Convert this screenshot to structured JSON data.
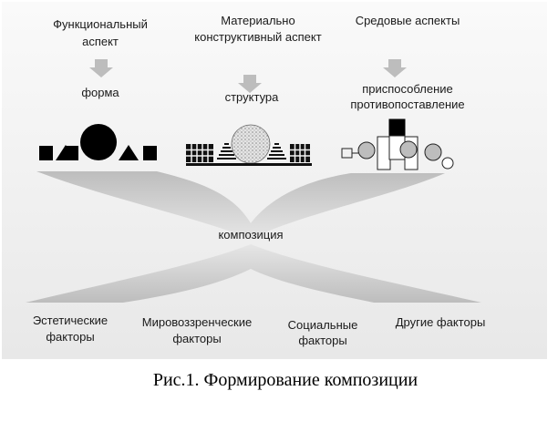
{
  "aspects": [
    {
      "lines": [
        "Функциональный",
        "аспект"
      ],
      "result": [
        "форма"
      ]
    },
    {
      "lines": [
        "Материально",
        "конструктивный аспект"
      ],
      "result": [
        "структура"
      ]
    },
    {
      "lines": [
        "Средовые аспекты"
      ],
      "result": [
        "приспособление",
        "противопоставление"
      ]
    }
  ],
  "center_label": "композиция",
  "factors": [
    {
      "lines": [
        "Эстетические",
        "факторы"
      ]
    },
    {
      "lines": [
        "Мировоззренческие",
        "факторы"
      ]
    },
    {
      "lines": [
        "Социальные",
        "факторы"
      ]
    },
    {
      "lines": [
        "Другие факторы"
      ]
    }
  ],
  "caption": "Рис.1. Формирование композиции",
  "colors": {
    "panel": "#f1f1f1",
    "arrow": "#bdbdbd",
    "funnel": "#cfcfcf",
    "shape": "#000000"
  }
}
